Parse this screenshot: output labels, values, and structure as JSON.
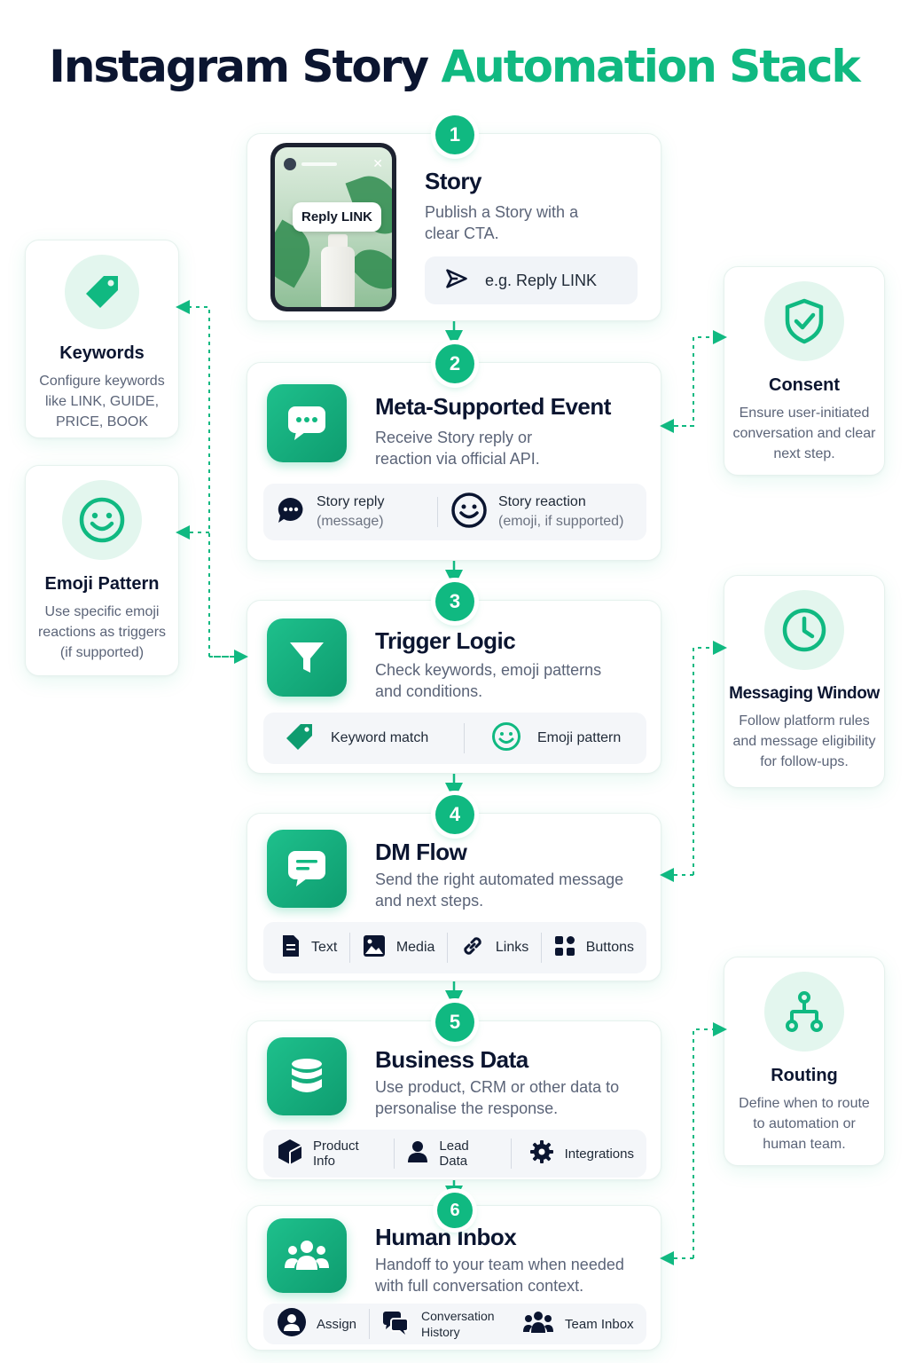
{
  "title": {
    "part1": "Instagram Story",
    "part2": "Automation Stack"
  },
  "steps": [
    {
      "number": "1",
      "title": "Story",
      "desc": "Publish a Story with a clear CTA.",
      "example": "e.g. Reply LINK",
      "phone_label": "Reply LINK"
    },
    {
      "number": "2",
      "title": "Meta-Supported Event",
      "desc": "Receive Story reply or reaction via official API.",
      "chips": [
        {
          "label": "Story reply",
          "sub": "(message)",
          "icon": "chat-bubble-icon"
        },
        {
          "label": "Story reaction",
          "sub": "(emoji, if supported)",
          "icon": "smiley-icon"
        }
      ]
    },
    {
      "number": "3",
      "title": "Trigger Logic",
      "desc": "Check keywords, emoji patterns and conditions.",
      "chips": [
        {
          "label": "Keyword match",
          "icon": "tag-icon"
        },
        {
          "label": "Emoji pattern",
          "icon": "smiley-icon"
        }
      ]
    },
    {
      "number": "4",
      "title": "DM Flow",
      "desc": "Send the right automated message and next steps.",
      "chips": [
        {
          "label": "Text",
          "icon": "document-icon"
        },
        {
          "label": "Media",
          "icon": "image-icon"
        },
        {
          "label": "Links",
          "icon": "link-icon"
        },
        {
          "label": "Buttons",
          "icon": "grid-icon"
        }
      ]
    },
    {
      "number": "5",
      "title": "Business Data",
      "desc": "Use product, CRM or other data to personalise the response.",
      "chips": [
        {
          "label": "Product Info",
          "icon": "cube-icon"
        },
        {
          "label": "Lead Data",
          "icon": "user-icon"
        },
        {
          "label": "Integrations",
          "icon": "gear-icon"
        }
      ]
    },
    {
      "number": "6",
      "title": "Human Inbox",
      "desc": "Handoff to your team when needed with full conversation context.",
      "chips": [
        {
          "label": "Assign",
          "icon": "user-circle-icon"
        },
        {
          "label": "Conversation History",
          "icon": "chat-history-icon"
        },
        {
          "label": "Team Inbox",
          "icon": "team-icon"
        }
      ]
    }
  ],
  "side_left": [
    {
      "title": "Keywords",
      "desc": "Configure keywords like LINK, GUIDE, PRICE, BOOK",
      "icon": "tag-icon"
    },
    {
      "title": "Emoji Pattern",
      "desc": "Use specific emoji reactions as triggers (if supported)",
      "icon": "smiley-icon"
    }
  ],
  "side_right": [
    {
      "title": "Consent",
      "desc": "Ensure user-initiated conversation and clear next step.",
      "icon": "shield-check-icon"
    },
    {
      "title": "Messaging Window",
      "desc": "Follow platform rules and message eligibility for follow-ups.",
      "icon": "clock-icon"
    },
    {
      "title": "Routing",
      "desc": "Define when to route to automation or human team.",
      "icon": "routing-icon"
    }
  ],
  "colors": {
    "accent": "#10b981",
    "title": "#0b1530",
    "text_muted": "#5b6478"
  }
}
